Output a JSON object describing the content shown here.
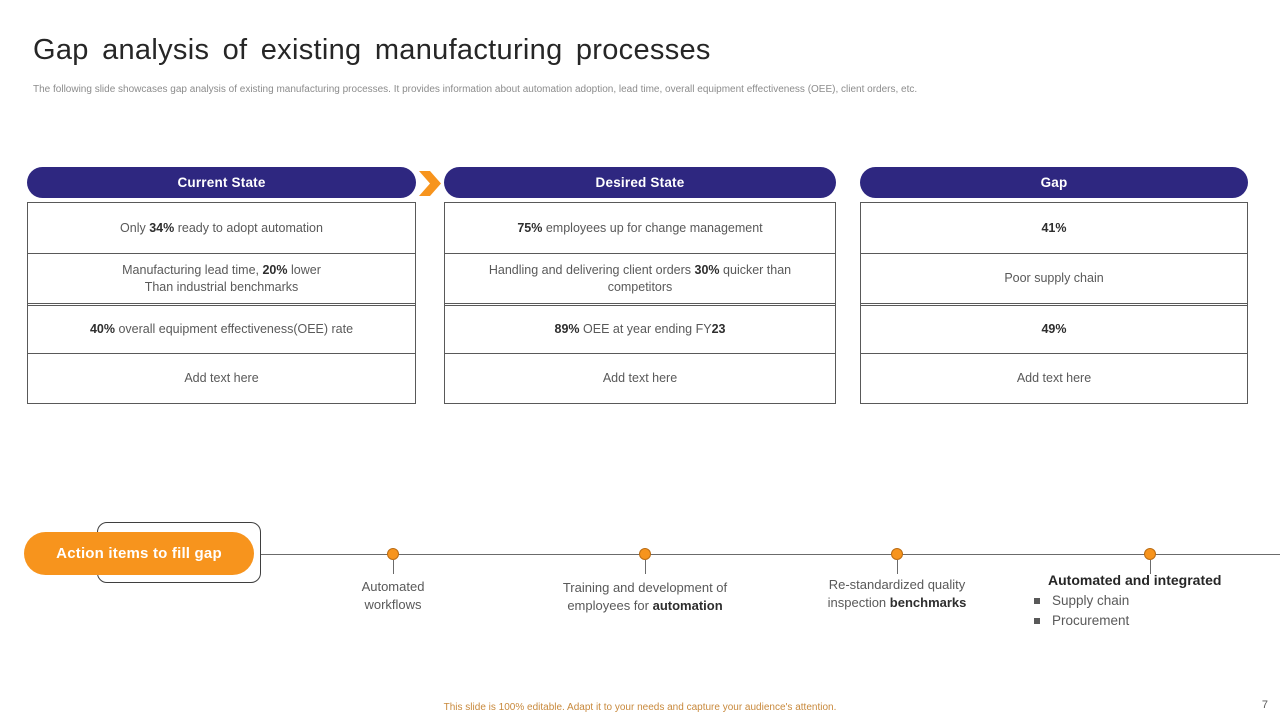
{
  "slide": {
    "title": "Gap analysis of existing manufacturing processes",
    "subtitle": "The following slide showcases gap analysis of existing manufacturing processes. It provides information about automation adoption, lead time, overall equipment effectiveness (OEE), client orders, etc.",
    "footer_note": "This slide is 100% editable. Adapt it to your needs and capture your audience's attention.",
    "page_number": "7"
  },
  "colors": {
    "header_pill": "#2E2780",
    "accent_orange": "#F7941D",
    "body_text": "#595959",
    "bold_text": "#2e2e2e",
    "footer_text": "#c8893c"
  },
  "columns": [
    {
      "header": "Current State",
      "rows": [
        [
          {
            "t": "Only "
          },
          {
            "t": "34%",
            "b": true
          },
          {
            "t": " ready to adopt automation"
          }
        ],
        [
          {
            "t": "Manufacturing lead time, "
          },
          {
            "t": "20%",
            "b": true
          },
          {
            "t": " lower\nThan industrial benchmarks"
          }
        ],
        [
          {
            "t": "40%",
            "b": true
          },
          {
            "t": " overall equipment effectiveness(OEE) rate"
          }
        ],
        [
          {
            "t": "Add text here"
          }
        ]
      ]
    },
    {
      "header": "Desired State",
      "rows": [
        [
          {
            "t": "75%",
            "b": true
          },
          {
            "t": " employees up for change management"
          }
        ],
        [
          {
            "t": "Handling and delivering client orders "
          },
          {
            "t": "30%",
            "b": true
          },
          {
            "t": " quicker than\ncompetitors"
          }
        ],
        [
          {
            "t": "89%",
            "b": true
          },
          {
            "t": " OEE at year ending FY"
          },
          {
            "t": "23",
            "b": true
          }
        ],
        [
          {
            "t": "Add text here"
          }
        ]
      ]
    },
    {
      "header": "Gap",
      "rows": [
        [
          {
            "t": "41%",
            "b": true
          }
        ],
        [
          {
            "t": "Poor supply chain"
          }
        ],
        [
          {
            "t": "49%",
            "b": true
          }
        ],
        [
          {
            "t": "Add text here"
          }
        ]
      ]
    }
  ],
  "action": {
    "label": "Action items to fill gap"
  },
  "timeline": [
    {
      "segments": [
        {
          "t": "Automated\nworkflows"
        }
      ]
    },
    {
      "segments": [
        {
          "t": "Training and development of\nemployees for "
        },
        {
          "t": "automation",
          "b": true
        }
      ]
    },
    {
      "segments": [
        {
          "t": "Re-standardized quality\ninspection "
        },
        {
          "t": "benchmarks",
          "b": true
        }
      ]
    },
    {
      "title": "Automated and integrated",
      "bullets": [
        "Supply chain",
        "Procurement"
      ]
    }
  ]
}
